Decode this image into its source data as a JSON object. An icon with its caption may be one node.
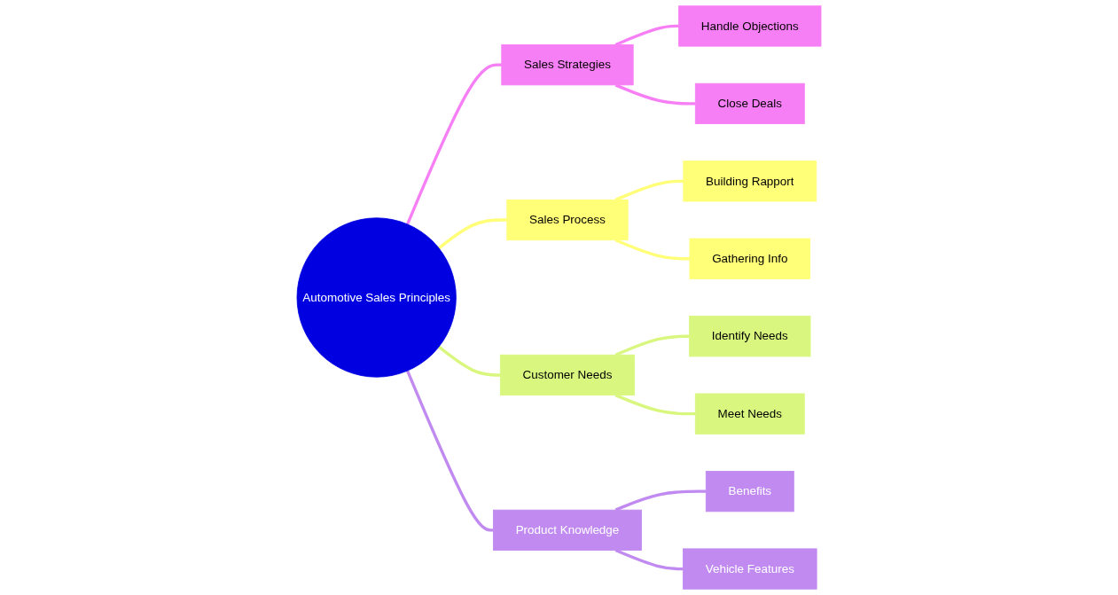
{
  "diagram": {
    "nodes": [
      {
        "text": [
          "Automotive Sales Principles"
        ]
      },
      {
        "text": [
          "Sales Strategies"
        ]
      },
      {
        "text": [
          "Handle Objections"
        ]
      },
      {
        "text": [
          "Close Deals"
        ]
      },
      {
        "text": [
          "Sales Process"
        ]
      },
      {
        "text": [
          "Building Rapport"
        ]
      },
      {
        "text": [
          "Gathering Info"
        ]
      },
      {
        "text": [
          "Customer Needs"
        ]
      },
      {
        "text": [
          "Identify Needs"
        ]
      },
      {
        "text": [
          "Meet Needs"
        ]
      },
      {
        "text": [
          "Product Knowledge"
        ]
      },
      {
        "text": [
          "Benefits"
        ]
      },
      {
        "text": [
          "Vehicle Features"
        ]
      }
    ],
    "edges": [
      {
        "from": 0,
        "to": 1,
        "arrow": "none",
        "color": "#f77ff5"
      },
      {
        "from": 1,
        "to": 2,
        "arrow": "none",
        "color": "#f77ff5"
      },
      {
        "from": 1,
        "to": 3,
        "arrow": "none",
        "color": "#f77ff5"
      },
      {
        "from": 0,
        "to": 4,
        "arrow": "none",
        "color": "#ffff78"
      },
      {
        "from": 4,
        "to": 5,
        "arrow": "none",
        "color": "#ffff78"
      },
      {
        "from": 4,
        "to": 6,
        "arrow": "none",
        "color": "#ffff78"
      },
      {
        "from": 0,
        "to": 7,
        "arrow": "none",
        "color": "#d9f77f"
      },
      {
        "from": 7,
        "to": 8,
        "arrow": "none",
        "color": "#d9f77f"
      },
      {
        "from": 7,
        "to": 9,
        "arrow": "none",
        "color": "#d9f77f"
      },
      {
        "from": 0,
        "to": 10,
        "arrow": "none",
        "color": "#c08af0"
      },
      {
        "from": 10,
        "to": 11,
        "arrow": "none",
        "color": "#c08af0"
      },
      {
        "from": 10,
        "to": 12,
        "arrow": "none",
        "color": "#c08af0"
      }
    ]
  }
}
